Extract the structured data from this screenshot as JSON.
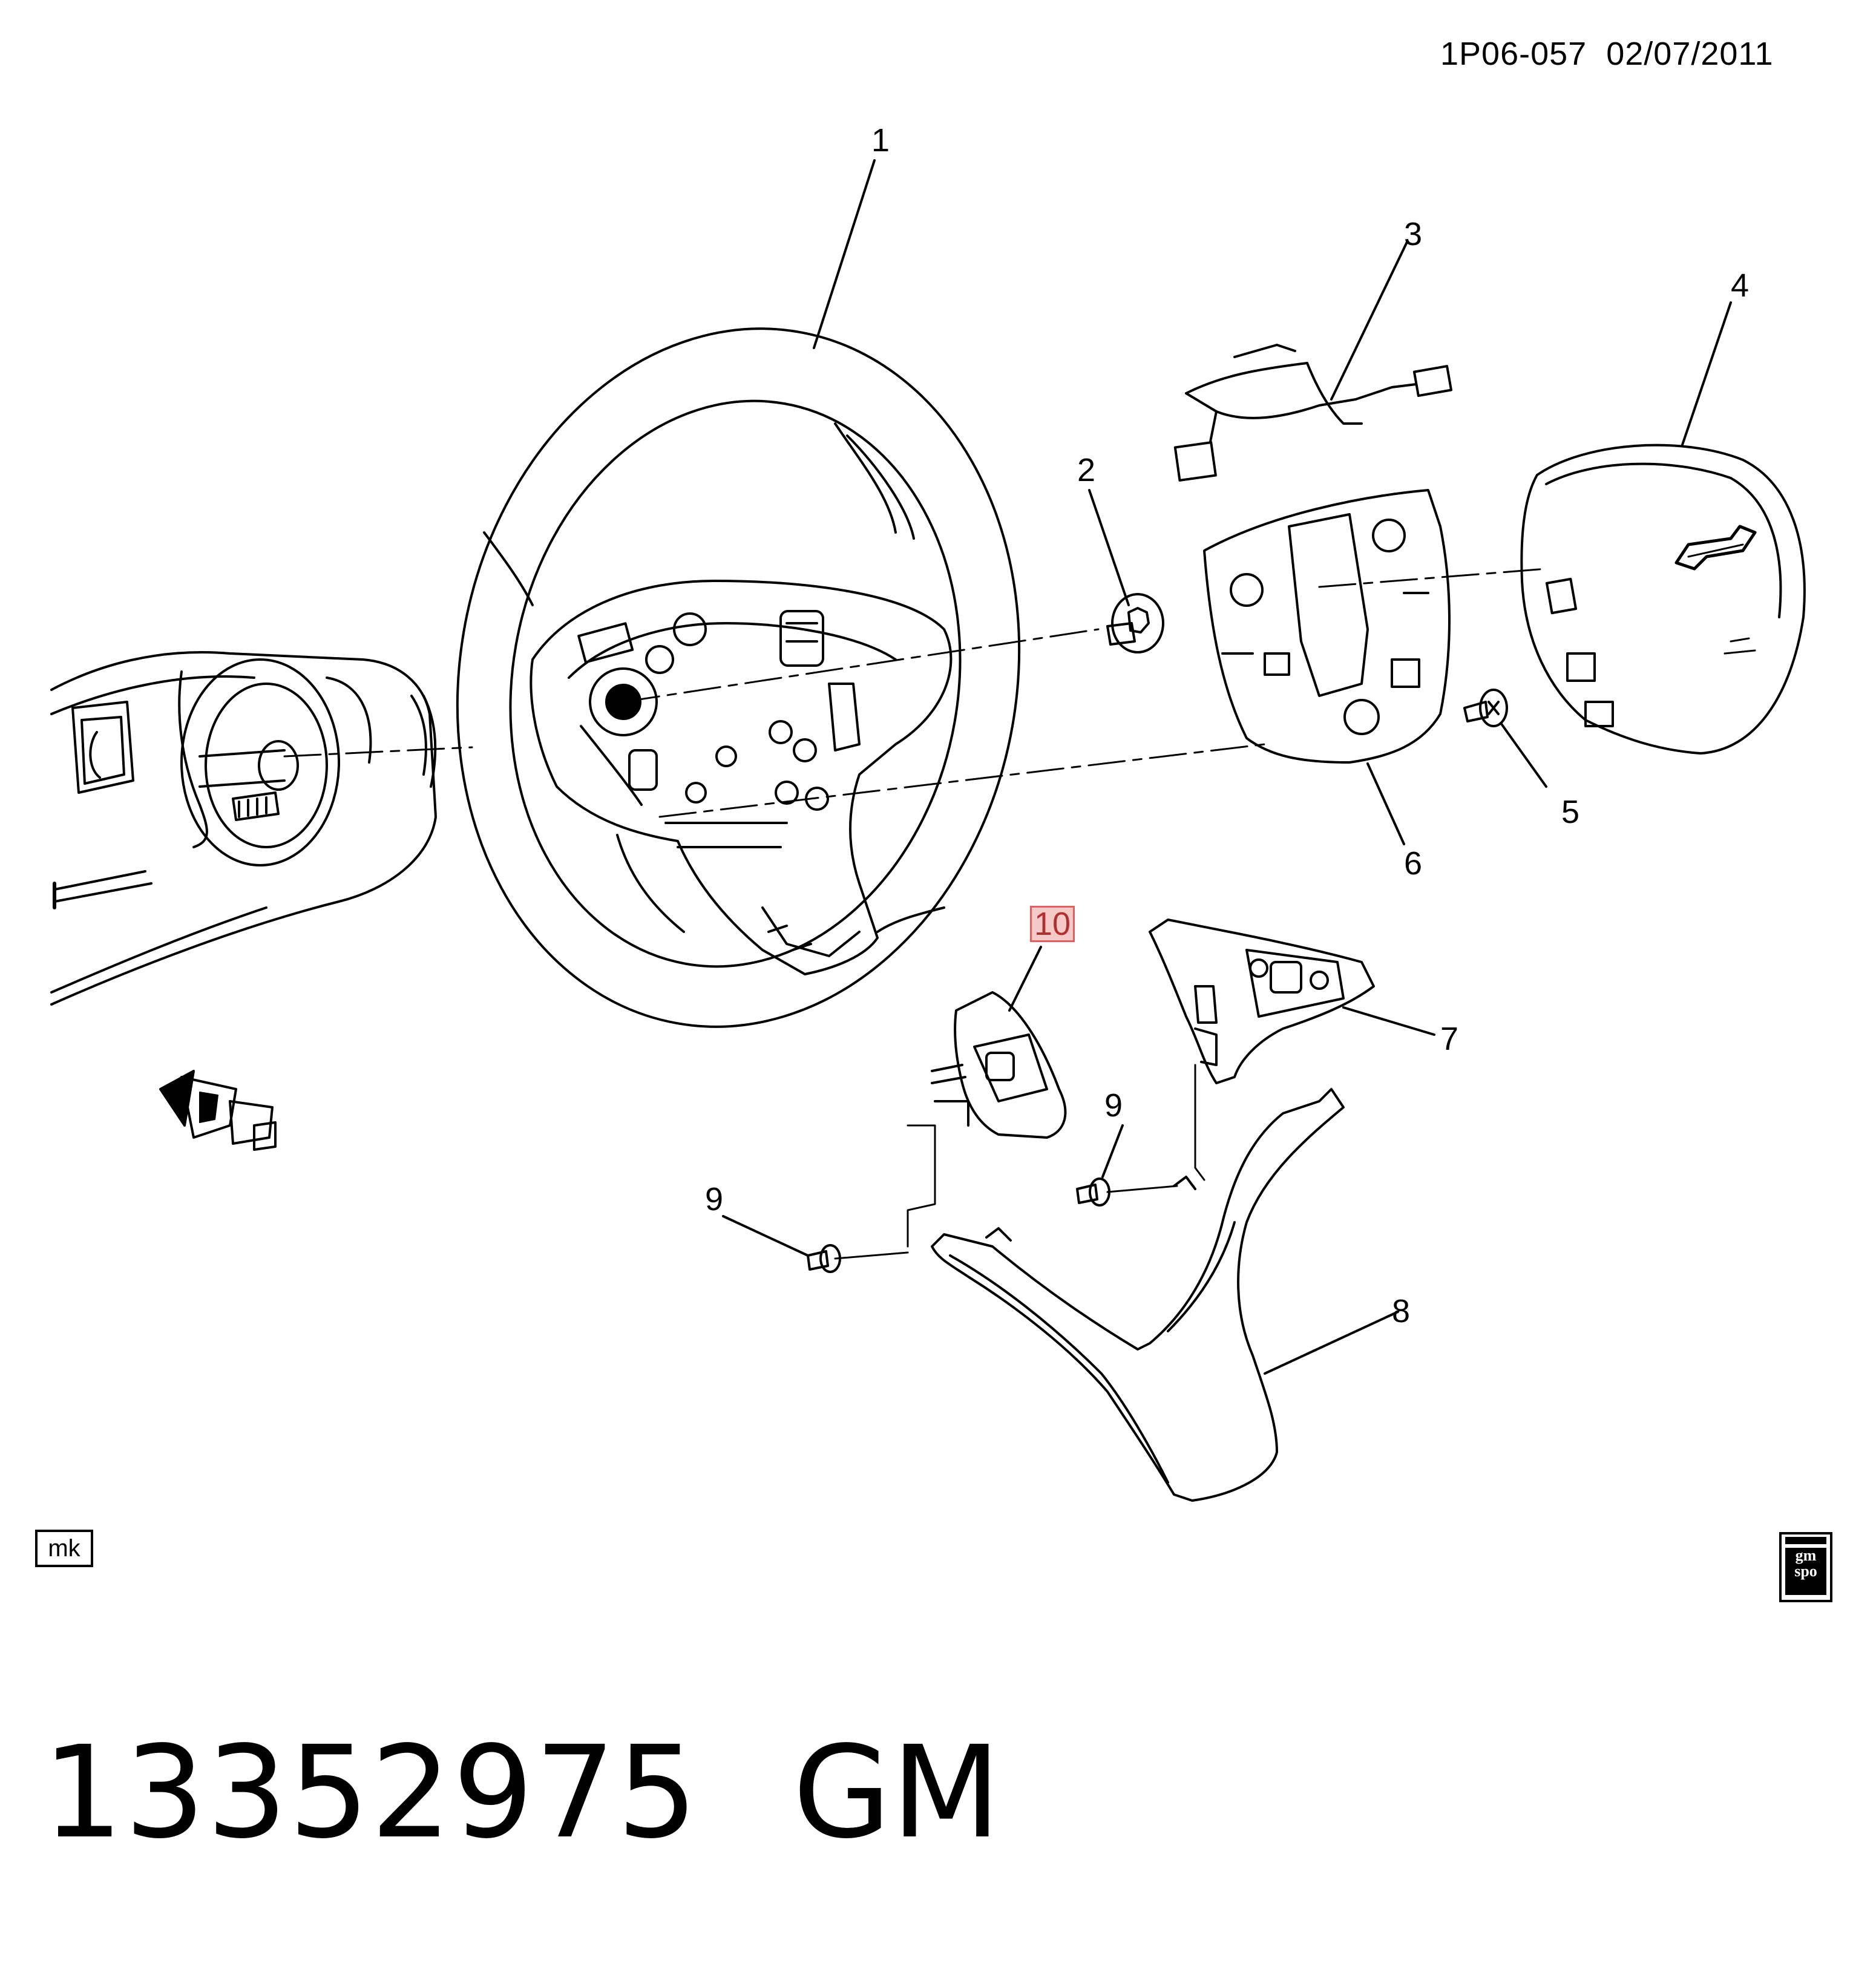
{
  "header": {
    "diagram_id": "1P06-057",
    "date": "02/07/2011"
  },
  "callouts": {
    "c1": "1",
    "c2": "2",
    "c3": "3",
    "c4": "4",
    "c5": "5",
    "c6": "6",
    "c7": "7",
    "c8": "8",
    "c9a": "9",
    "c9b": "9",
    "c10": "10"
  },
  "footer": {
    "part_number": "13352975",
    "brand": "GM",
    "mk": "mk",
    "logo_top": "gm",
    "logo_bottom": "spo"
  }
}
